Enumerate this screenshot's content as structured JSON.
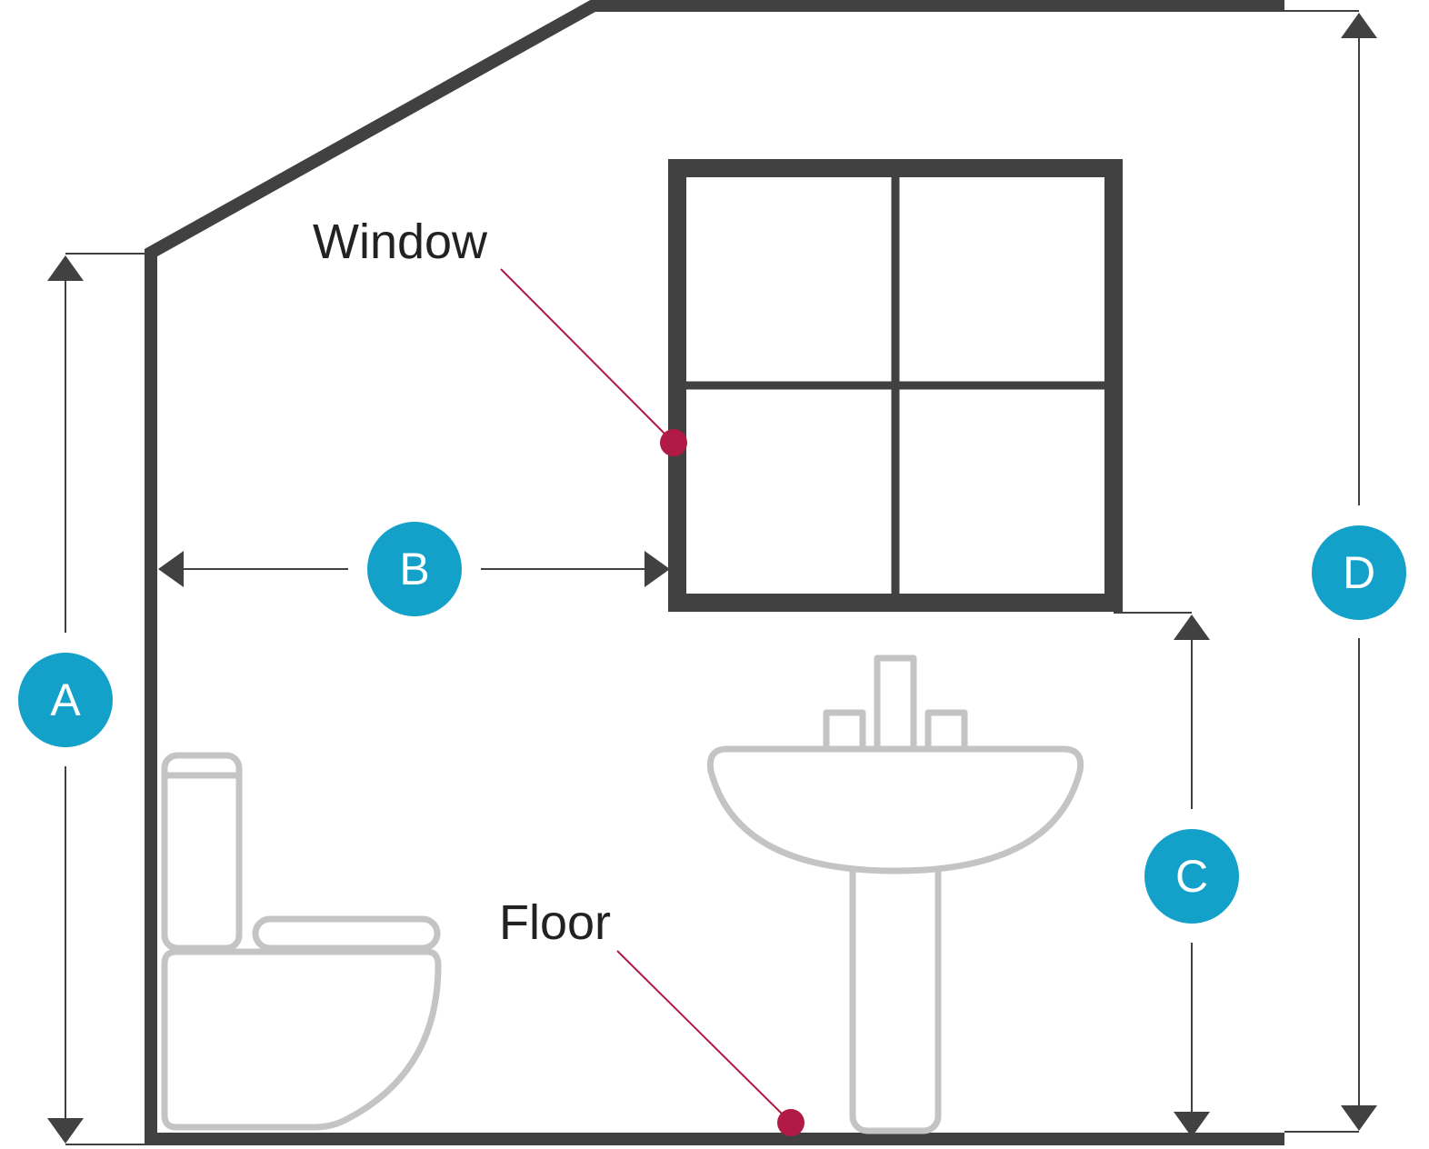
{
  "labels": {
    "window": "Window",
    "floor": "Floor"
  },
  "dimensions": {
    "a": "A",
    "b": "B",
    "c": "C",
    "d": "D"
  },
  "colors": {
    "wall": "#414141",
    "fixture": "#c4c4c4",
    "badge": "#14a1c9",
    "callout": "#b01a45"
  },
  "icons": {
    "toilet": "toilet-icon",
    "sink": "pedestal-sink-icon"
  }
}
